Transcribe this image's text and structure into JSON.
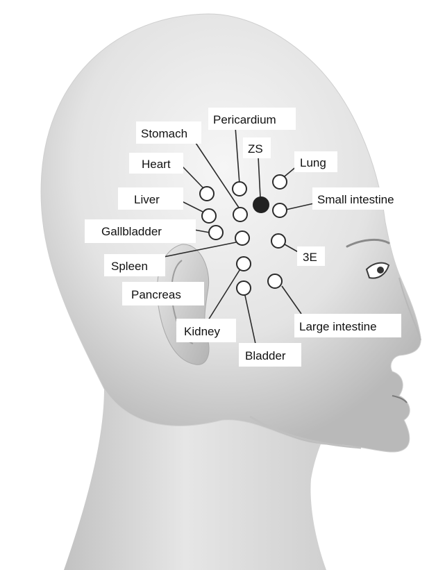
{
  "colors": {
    "background": "#ffffff",
    "skin_light": "#f1f1f1",
    "skin_mid": "#d9d9d9",
    "skin_dark": "#a9a9a9",
    "marker_stroke": "#2a2a2a",
    "marker_filled": "#222222"
  },
  "points": [
    {
      "id": "pericardium",
      "label": "Pericardium",
      "filled": false
    },
    {
      "id": "stomach",
      "label": "Stomach",
      "filled": false
    },
    {
      "id": "zs",
      "label": "ZS",
      "filled": true
    },
    {
      "id": "lung",
      "label": "Lung",
      "filled": false
    },
    {
      "id": "heart",
      "label": "Heart",
      "filled": false
    },
    {
      "id": "small-intestine",
      "label": "Small intestine",
      "filled": false
    },
    {
      "id": "liver",
      "label": "Liver",
      "filled": false
    },
    {
      "id": "gallbladder",
      "label": "Gallbladder",
      "filled": false
    },
    {
      "id": "3e",
      "label": "3E",
      "filled": false
    },
    {
      "id": "spleen",
      "label": "Spleen",
      "filled": false
    },
    {
      "id": "pancreas",
      "label": "Pancreas",
      "filled": false
    },
    {
      "id": "kidney",
      "label": "Kidney",
      "filled": false
    },
    {
      "id": "large-intestine",
      "label": "Large intestine",
      "filled": false
    },
    {
      "id": "bladder",
      "label": "Bladder",
      "filled": false
    }
  ]
}
